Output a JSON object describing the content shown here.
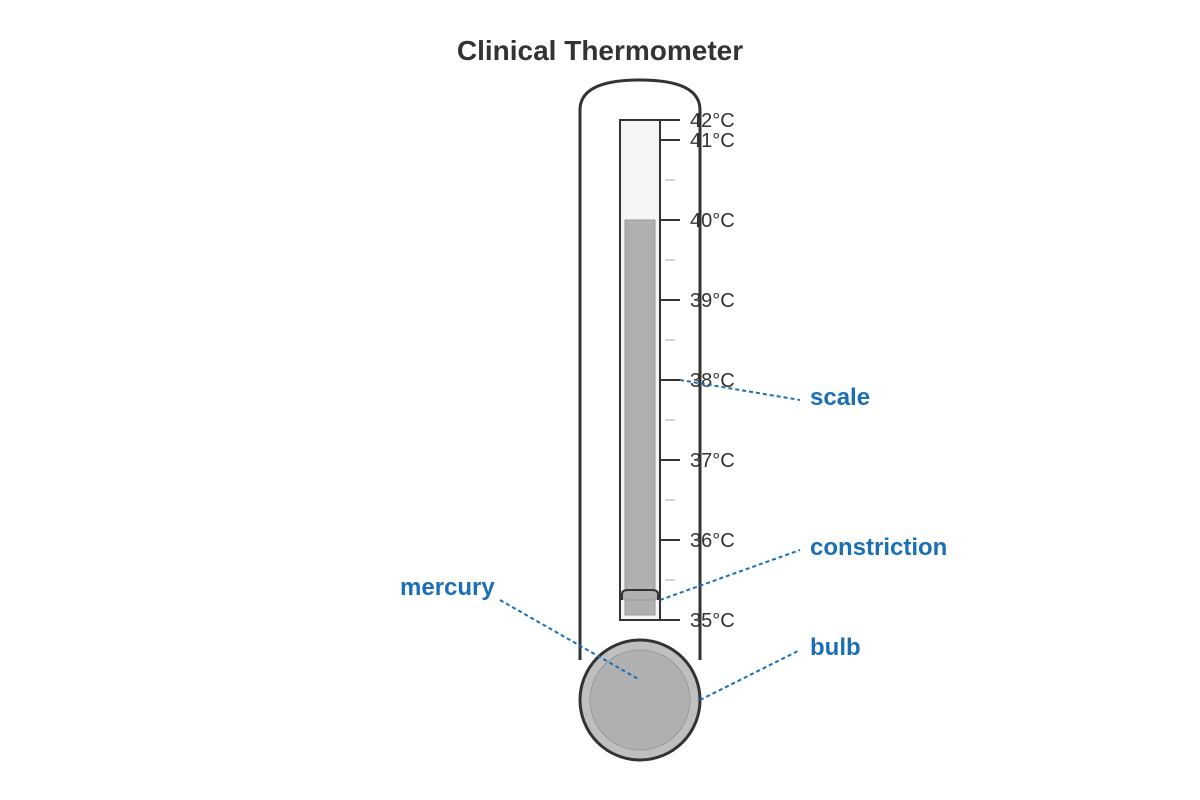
{
  "title": "Clinical Thermometer",
  "scale": {
    "unit": "°C",
    "min": 35,
    "max": 42,
    "labels": [
      "42°C",
      "41°C",
      "40°C",
      "39°C",
      "38°C",
      "37°C",
      "36°C",
      "35°C"
    ],
    "minor_ticks_at": [
      35.5,
      36.5,
      37.5,
      38.5,
      39.5,
      40.5
    ]
  },
  "mercury_level": 40.0,
  "labels": {
    "scale": "scale",
    "constriction": "constriction",
    "mercury": "mercury",
    "bulb": "bulb"
  },
  "colors": {
    "outline": "#333333",
    "mercury": "#b0b0b0",
    "tube_fill": "#f5f5f5",
    "callout": "#1a6fb5"
  }
}
